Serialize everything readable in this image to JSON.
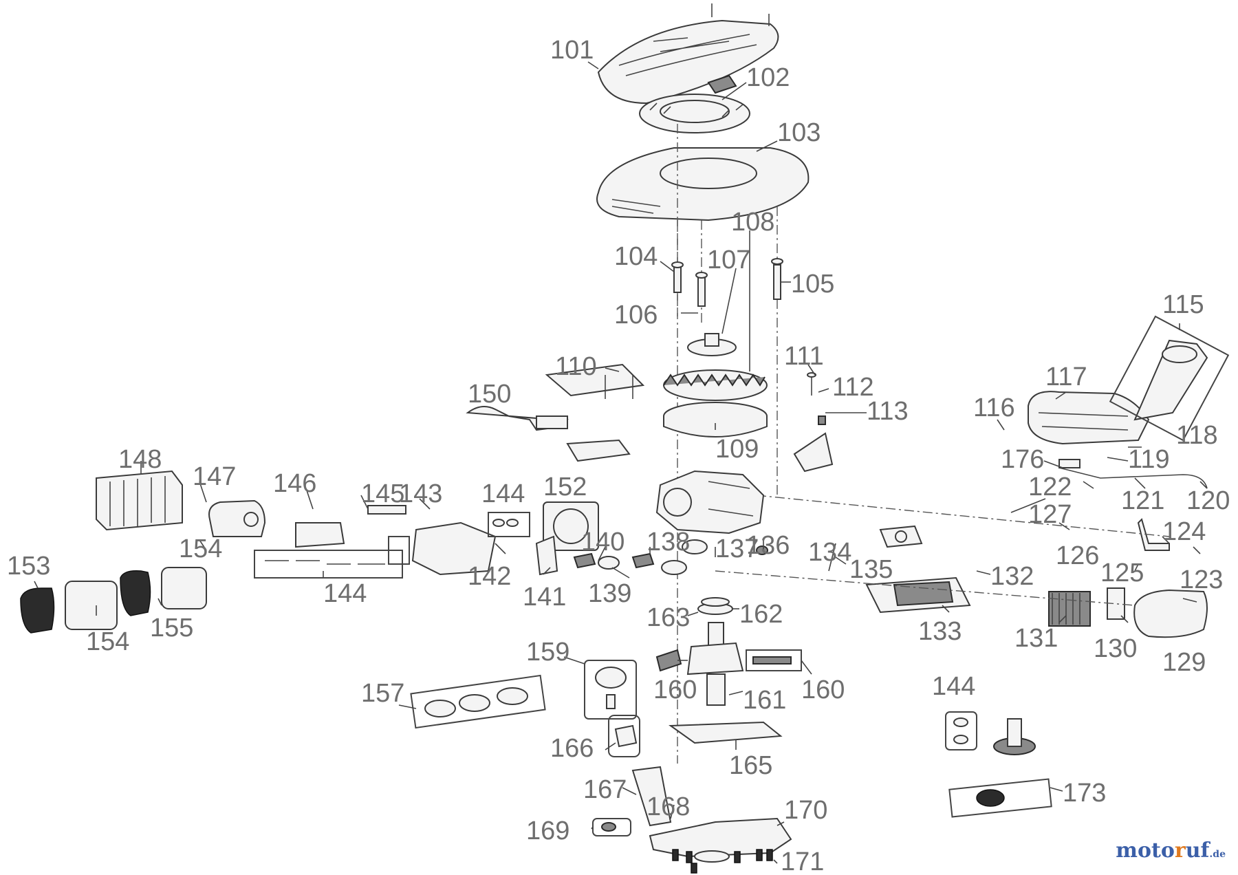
{
  "diagram": {
    "callouts": [
      {
        "id": "c101",
        "text": "101"
      },
      {
        "id": "c102",
        "text": "102"
      },
      {
        "id": "c103",
        "text": "103"
      },
      {
        "id": "c104",
        "text": "104"
      },
      {
        "id": "c105",
        "text": "105"
      },
      {
        "id": "c106",
        "text": "106"
      },
      {
        "id": "c107",
        "text": "107"
      },
      {
        "id": "c108",
        "text": "108"
      },
      {
        "id": "c109",
        "text": "109"
      },
      {
        "id": "c110",
        "text": "110"
      },
      {
        "id": "c111",
        "text": "111"
      },
      {
        "id": "c112",
        "text": "112"
      },
      {
        "id": "c113",
        "text": "113"
      },
      {
        "id": "c115",
        "text": "115"
      },
      {
        "id": "c116",
        "text": "116"
      },
      {
        "id": "c117",
        "text": "117"
      },
      {
        "id": "c118",
        "text": "118"
      },
      {
        "id": "c119",
        "text": "119"
      },
      {
        "id": "c120",
        "text": "120"
      },
      {
        "id": "c121",
        "text": "121"
      },
      {
        "id": "c122",
        "text": "122"
      },
      {
        "id": "c123",
        "text": "123"
      },
      {
        "id": "c124",
        "text": "124"
      },
      {
        "id": "c125",
        "text": "125"
      },
      {
        "id": "c126",
        "text": "126"
      },
      {
        "id": "c127",
        "text": "127"
      },
      {
        "id": "c129",
        "text": "129"
      },
      {
        "id": "c130",
        "text": "130"
      },
      {
        "id": "c131",
        "text": "131"
      },
      {
        "id": "c132",
        "text": "132"
      },
      {
        "id": "c133",
        "text": "133"
      },
      {
        "id": "c134",
        "text": "134"
      },
      {
        "id": "c135",
        "text": "135"
      },
      {
        "id": "c136",
        "text": "136"
      },
      {
        "id": "c137",
        "text": "137"
      },
      {
        "id": "c138",
        "text": "138"
      },
      {
        "id": "c139",
        "text": "139"
      },
      {
        "id": "c140",
        "text": "140"
      },
      {
        "id": "c141",
        "text": "141"
      },
      {
        "id": "c142",
        "text": "142"
      },
      {
        "id": "c143",
        "text": "143"
      },
      {
        "id": "c144a",
        "text": "144"
      },
      {
        "id": "c144b",
        "text": "144"
      },
      {
        "id": "c144c",
        "text": "144"
      },
      {
        "id": "c145",
        "text": "145"
      },
      {
        "id": "c146",
        "text": "146"
      },
      {
        "id": "c147",
        "text": "147"
      },
      {
        "id": "c148",
        "text": "148"
      },
      {
        "id": "c150",
        "text": "150"
      },
      {
        "id": "c152",
        "text": "152"
      },
      {
        "id": "c153",
        "text": "153"
      },
      {
        "id": "c154a",
        "text": "154"
      },
      {
        "id": "c154b",
        "text": "154"
      },
      {
        "id": "c155",
        "text": "155"
      },
      {
        "id": "c157",
        "text": "157"
      },
      {
        "id": "c159",
        "text": "159"
      },
      {
        "id": "c160a",
        "text": "160"
      },
      {
        "id": "c160b",
        "text": "160"
      },
      {
        "id": "c161",
        "text": "161"
      },
      {
        "id": "c162",
        "text": "162"
      },
      {
        "id": "c163",
        "text": "163"
      },
      {
        "id": "c165",
        "text": "165"
      },
      {
        "id": "c166",
        "text": "166"
      },
      {
        "id": "c167",
        "text": "167"
      },
      {
        "id": "c168",
        "text": "168"
      },
      {
        "id": "c169",
        "text": "169"
      },
      {
        "id": "c170",
        "text": "170"
      },
      {
        "id": "c171",
        "text": "171"
      },
      {
        "id": "c173",
        "text": "173"
      },
      {
        "id": "c176",
        "text": "176"
      }
    ]
  },
  "watermark": {
    "part1": "moto",
    "part2": "r",
    "part3": "uf",
    "suffix": ".de"
  }
}
